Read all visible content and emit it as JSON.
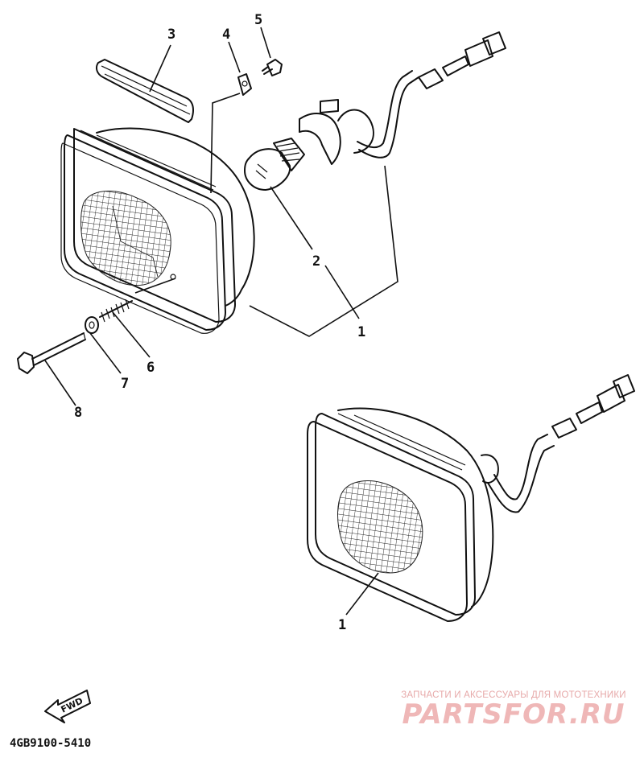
{
  "diagram": {
    "callouts": [
      {
        "id": "3",
        "text": "3"
      },
      {
        "id": "4",
        "text": "4"
      },
      {
        "id": "5",
        "text": "5"
      },
      {
        "id": "2",
        "text": "2"
      },
      {
        "id": "1a",
        "text": "1"
      },
      {
        "id": "6",
        "text": "6"
      },
      {
        "id": "7",
        "text": "7"
      },
      {
        "id": "8",
        "text": "8"
      },
      {
        "id": "1b",
        "text": "1"
      }
    ],
    "fwd_label": "FWD",
    "drawing_code": "4GB9100-5410"
  },
  "watermark": {
    "tagline": "ЗАПЧАСТИ И АКСЕССУАРЫ ДЛЯ МОТОТЕХНИКИ",
    "brand": "PARTSFOR.RU",
    "color": "#efb7b7"
  }
}
